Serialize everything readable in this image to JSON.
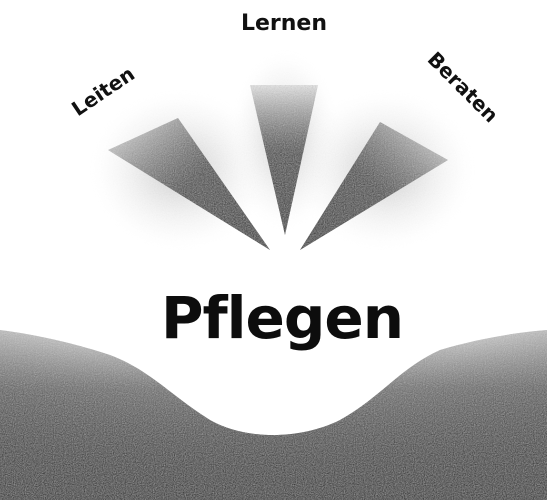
{
  "labels": {
    "top": "Lernen",
    "left": "Leiten",
    "right": "Beraten",
    "center": "Pflegen"
  },
  "colors": {
    "ink": "#111111",
    "shade_dark": "#2b2b2b",
    "shade_light": "#ffffff"
  }
}
